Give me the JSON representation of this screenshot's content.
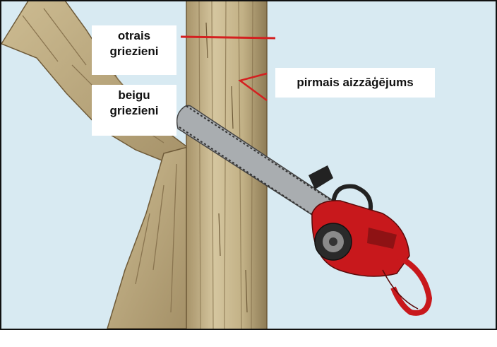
{
  "labels": {
    "second_cut": {
      "line1": "otrais",
      "line2": "griezieni"
    },
    "final_cut": {
      "line1": "beigu",
      "line2": "griezieni"
    },
    "first_notch": "pirmais aizzāģējums"
  },
  "icons": {
    "trunk": "tree-trunk-illustration",
    "branch": "tree-branch-illustration",
    "chainsaw": "chainsaw-icon",
    "second_cut_marker": "cut-line-icon",
    "first_notch_marker": "notch-wedge-icon"
  },
  "colors": {
    "sky": "#d8eaf2",
    "wood": "#c9b98f",
    "cut_line": "#d42020",
    "saw_body": "#c8181c",
    "bar": "#a9adb0"
  }
}
